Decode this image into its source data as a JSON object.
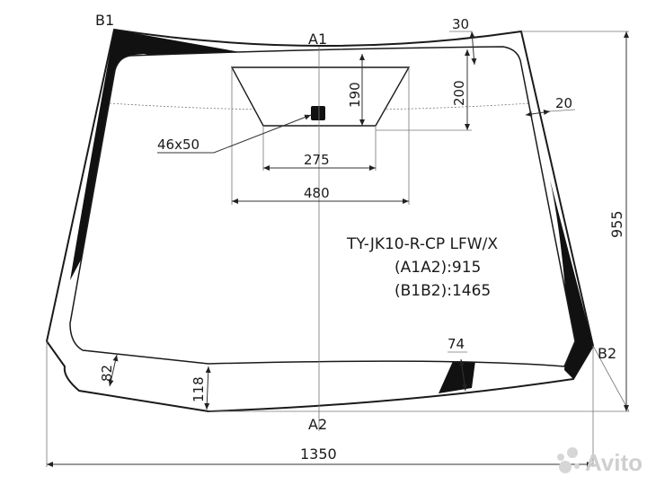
{
  "diagram": {
    "corner_labels": {
      "b1": "B1",
      "a1": "A1",
      "a2": "A2",
      "b2": "B2"
    },
    "dimensions": {
      "top_band": "30",
      "sensor_height": "190",
      "sensor_area_height": "200",
      "side_band": "20",
      "sensor_size": "46x50",
      "sensor_inner_width": "275",
      "sensor_outer_width": "480",
      "right_lower_band": "74",
      "left_lower_band": "82",
      "bottom_band": "118",
      "total_height": "955",
      "total_width": "1350"
    },
    "info": {
      "code": "TY-JK10-R-CP LFW/X",
      "a1a2": "(A1A2):915",
      "b1b2": "(B1B2):1465"
    },
    "watermark": "Avito",
    "colors": {
      "line": "#1a1a1a",
      "band": "#111111",
      "watermark": "#cfcfcf"
    }
  }
}
